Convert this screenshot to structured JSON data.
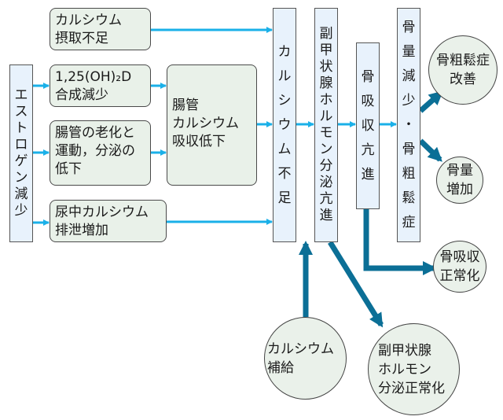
{
  "colors": {
    "thin_arrow": "#1ab0e8",
    "thick_arrow": "#0b6f96",
    "rounded_box_fill": "#e9f1e9",
    "bar_fill": "#e8f2fc",
    "circle_fill": "#eaf1ea"
  },
  "estrogen": {
    "label": "エストロゲン減少"
  },
  "causes": [
    {
      "id": "ca-intake",
      "label": "カルシウム\n摂取不足"
    },
    {
      "id": "vitd",
      "label": "1,25(OH)₂D\n合成減少"
    },
    {
      "id": "aging",
      "label": "腸管の老化と\n運動，分泌の\n低下"
    },
    {
      "id": "urine",
      "label": "尿中カルシウム\n排泄増加"
    }
  ],
  "absorption": {
    "label": "腸管\nカルシウム\n吸収低下"
  },
  "chain": [
    {
      "id": "ca-deficit",
      "label": "カルシウム不足"
    },
    {
      "id": "pth",
      "label": "副甲状腺ホルモン分泌亢進"
    },
    {
      "id": "resorption",
      "label": "骨吸収亢進"
    },
    {
      "id": "osteoporosis",
      "label": "骨量減少・骨粗鬆症"
    }
  ],
  "outcomes": [
    {
      "id": "improve",
      "label": "骨粗鬆症\n改善"
    },
    {
      "id": "bone-gain",
      "label": "骨量\n増加"
    },
    {
      "id": "resorption-normal",
      "label": "骨吸収\n正常化"
    },
    {
      "id": "ca-supplement",
      "label": "カルシウム\n補給"
    },
    {
      "id": "pth-normal",
      "label": "副甲状腺\nホルモン\n分泌正常化"
    }
  ]
}
